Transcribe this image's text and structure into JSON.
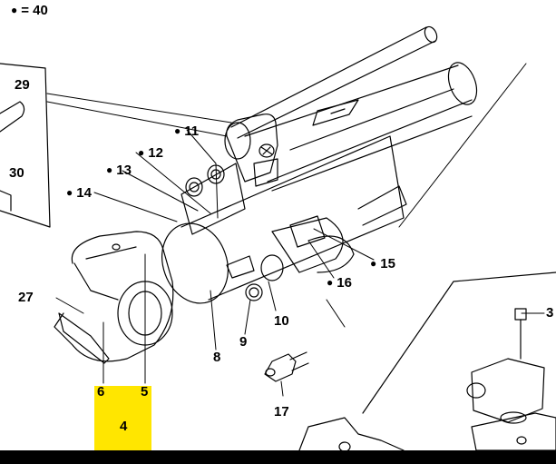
{
  "legend": {
    "text": "= 40",
    "marker": "filled-dot"
  },
  "callouts": [
    {
      "id": "29",
      "text": "29",
      "dot": false
    },
    {
      "id": "30",
      "text": "30",
      "dot": false
    },
    {
      "id": "11",
      "text": "11",
      "dot": true
    },
    {
      "id": "12",
      "text": "12",
      "dot": true
    },
    {
      "id": "13",
      "text": "13",
      "dot": true
    },
    {
      "id": "14",
      "text": "14",
      "dot": true
    },
    {
      "id": "15",
      "text": "15",
      "dot": true
    },
    {
      "id": "16",
      "text": "16",
      "dot": true
    },
    {
      "id": "27",
      "text": "27",
      "dot": false
    },
    {
      "id": "6",
      "text": "6",
      "dot": false
    },
    {
      "id": "5",
      "text": "5",
      "dot": false
    },
    {
      "id": "4",
      "text": "4",
      "dot": false
    },
    {
      "id": "8",
      "text": "8",
      "dot": false
    },
    {
      "id": "9",
      "text": "9",
      "dot": false
    },
    {
      "id": "10",
      "text": "10",
      "dot": false
    },
    {
      "id": "17",
      "text": "17",
      "dot": false
    },
    {
      "id": "3",
      "text": "3",
      "dot": false
    }
  ],
  "colors": {
    "highlight": "#ffe600",
    "ink": "#000000",
    "paper": "#ffffff"
  }
}
